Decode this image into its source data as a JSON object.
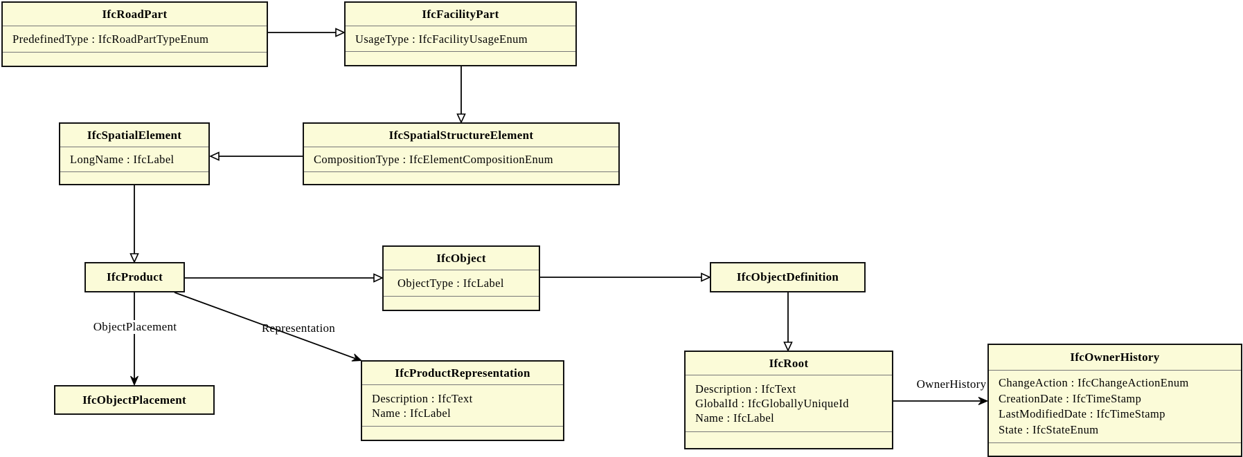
{
  "diagram": {
    "type": "uml-class-diagram",
    "classes": [
      {
        "name": "IfcRoadPart",
        "attributes": [
          "PredefinedType : IfcRoadPartTypeEnum"
        ]
      },
      {
        "name": "IfcFacilityPart",
        "attributes": [
          "UsageType : IfcFacilityUsageEnum"
        ]
      },
      {
        "name": "IfcSpatialElement",
        "attributes": [
          "LongName : IfcLabel"
        ]
      },
      {
        "name": "IfcSpatialStructureElement",
        "attributes": [
          "CompositionType : IfcElementCompositionEnum"
        ]
      },
      {
        "name": "IfcProduct",
        "attributes": []
      },
      {
        "name": "IfcObject",
        "attributes": [
          "ObjectType : IfcLabel"
        ]
      },
      {
        "name": "IfcObjectDefinition",
        "attributes": []
      },
      {
        "name": "IfcObjectPlacement",
        "attributes": []
      },
      {
        "name": "IfcProductRepresentation",
        "attributes": [
          "Description : IfcText",
          "Name : IfcLabel"
        ]
      },
      {
        "name": "IfcRoot",
        "attributes": [
          "Description : IfcText",
          "GlobalId : IfcGloballyUniqueId",
          "Name : IfcLabel"
        ]
      },
      {
        "name": "IfcOwnerHistory",
        "attributes": [
          "ChangeAction : IfcChangeActionEnum",
          "CreationDate : IfcTimeStamp",
          "LastModifiedDate : IfcTimeStamp",
          "State : IfcStateEnum"
        ]
      }
    ],
    "edges": [
      {
        "from": "IfcRoadPart",
        "to": "IfcFacilityPart",
        "type": "generalization",
        "label": ""
      },
      {
        "from": "IfcFacilityPart",
        "to": "IfcSpatialStructureElement",
        "type": "generalization",
        "label": ""
      },
      {
        "from": "IfcSpatialStructureElement",
        "to": "IfcSpatialElement",
        "type": "generalization",
        "label": ""
      },
      {
        "from": "IfcSpatialElement",
        "to": "IfcProduct",
        "type": "generalization",
        "label": ""
      },
      {
        "from": "IfcProduct",
        "to": "IfcObject",
        "type": "generalization",
        "label": ""
      },
      {
        "from": "IfcObject",
        "to": "IfcObjectDefinition",
        "type": "generalization",
        "label": ""
      },
      {
        "from": "IfcObjectDefinition",
        "to": "IfcRoot",
        "type": "generalization",
        "label": ""
      },
      {
        "from": "IfcProduct",
        "to": "IfcObjectPlacement",
        "type": "association",
        "label": "ObjectPlacement"
      },
      {
        "from": "IfcProduct",
        "to": "IfcProductRepresentation",
        "type": "association",
        "label": "Representation"
      },
      {
        "from": "IfcRoot",
        "to": "IfcOwnerHistory",
        "type": "association",
        "label": "OwnerHistory"
      }
    ],
    "colors": {
      "node_fill": "#fbfbd8",
      "node_border": "#111111",
      "separator": "#777777",
      "line": "#000000",
      "background": "#ffffff",
      "text": "#000000"
    }
  }
}
